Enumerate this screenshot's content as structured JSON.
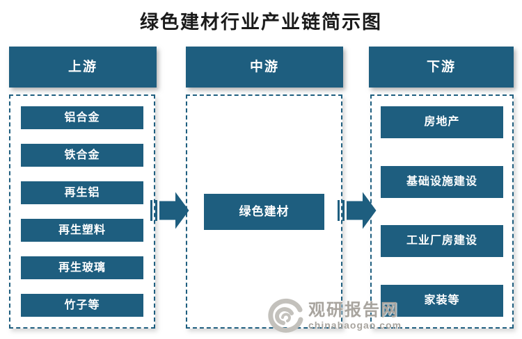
{
  "title": "绿色建材行业产业链简示图",
  "colors": {
    "primary_teal": "#1e5e7f",
    "watermark_gray": "#a8a49e",
    "background": "#ffffff"
  },
  "columns": {
    "upstream": {
      "header": "上游",
      "items": [
        "铝合金",
        "铁合金",
        "再生铝",
        "再生塑料",
        "再生玻璃",
        "竹子等"
      ]
    },
    "midstream": {
      "header": "中游",
      "items": [
        "绿色建材"
      ]
    },
    "downstream": {
      "header": "下游",
      "items": [
        "房地产",
        "基础设施建设",
        "工业厂房建设",
        "家装等"
      ]
    }
  },
  "watermark": {
    "site_name": "观研报告网",
    "site_url": "chinabaogao.com",
    "logo": "swirl-logo-icon"
  }
}
